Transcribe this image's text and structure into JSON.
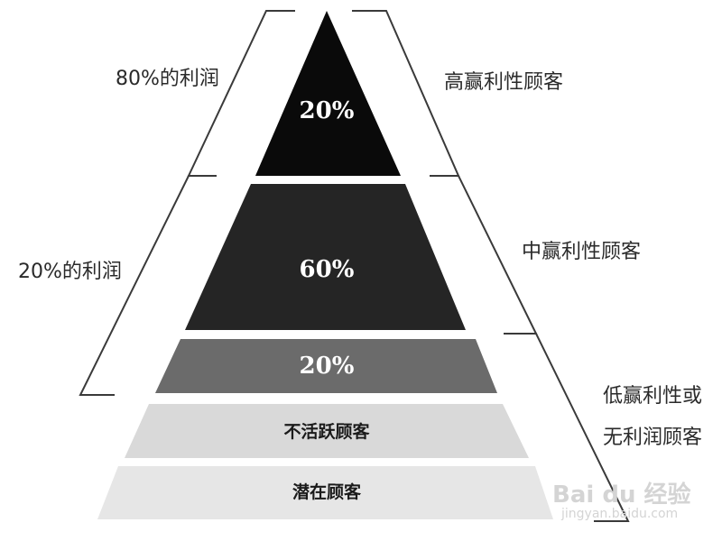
{
  "pyramid": {
    "layers": [
      {
        "label": "20%",
        "fill": "#0a0a0a"
      },
      {
        "label": "60%",
        "fill": "#252525"
      },
      {
        "label": "20%",
        "fill": "#6b6b6b"
      },
      {
        "label": "不活跃顾客",
        "fill": "#d9d9d9"
      },
      {
        "label": "潜在顾客",
        "fill": "#e6e6e6"
      }
    ]
  },
  "left_brackets": {
    "top_label": "80%的利润",
    "bottom_label": "20%的利润"
  },
  "right_brackets": {
    "high_label": "高赢利性顾客",
    "mid_label": "中赢利性顾客",
    "low_label_line1": "低赢利性或",
    "low_label_line2": "无利润顾客"
  },
  "watermark": {
    "brand": "Bai du 经验",
    "url": "jingyan.baidu.com"
  }
}
